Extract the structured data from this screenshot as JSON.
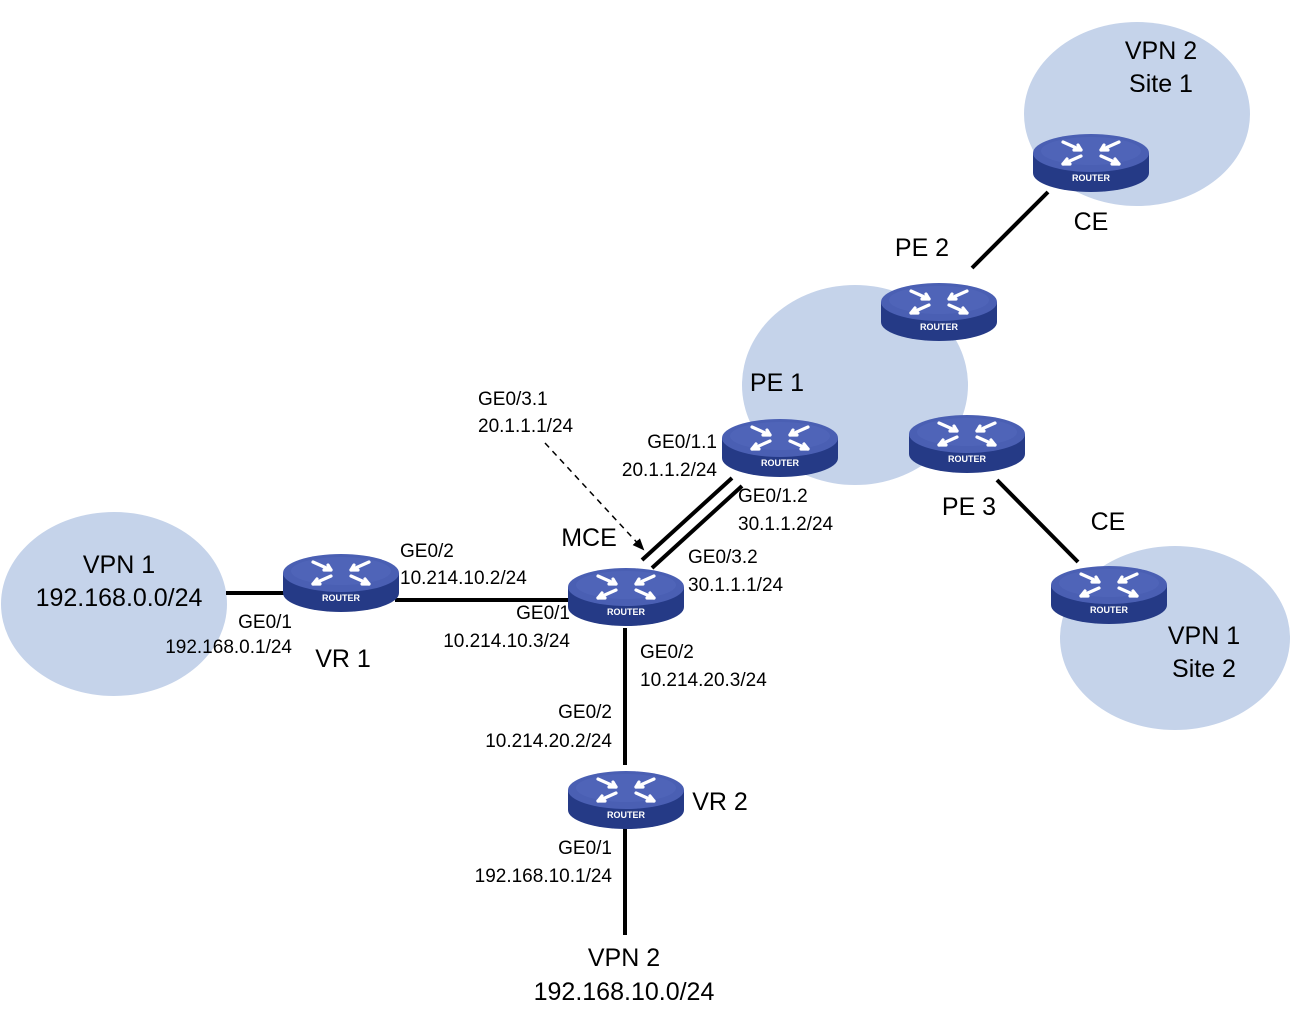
{
  "colors": {
    "cloud": "#c5d3ea",
    "router_top": "#4a5fb3",
    "router_side": "#253a86",
    "link": "#000000"
  },
  "icons": {
    "router": "router-icon",
    "cloud": "network-cloud"
  },
  "router_badge": "ROUTER",
  "clouds": {
    "vpn1_site1": {
      "name": "VPN 1",
      "subnet": "192.168.0.0/24"
    },
    "vpn2_site1": {
      "line1": "VPN 2",
      "line2": "Site 1"
    },
    "vpn1_site2": {
      "line1": "VPN 1",
      "line2": "Site 2"
    },
    "vpn2_bottom": {
      "name": "VPN 2",
      "subnet": "192.168.10.0/24"
    }
  },
  "devices": {
    "vr1": "VR 1",
    "vr2": "VR 2",
    "mce": "MCE",
    "pe1": "PE 1",
    "pe2": "PE 2",
    "pe3": "PE 3",
    "ce_top": "CE",
    "ce_bottom": "CE"
  },
  "interfaces": {
    "vr1_ge01": {
      "port": "GE0/1",
      "ip": "192.168.0.1/24"
    },
    "vr1_ge02": {
      "port": "GE0/2",
      "ip": "10.214.10.2/24"
    },
    "mce_ge01": {
      "port": "GE0/1",
      "ip": "10.214.10.3/24"
    },
    "mce_ge02": {
      "port": "GE0/2",
      "ip": "10.214.20.3/24"
    },
    "mce_ge031": {
      "port": "GE0/3.1",
      "ip": "20.1.1.1/24"
    },
    "mce_ge032": {
      "port": "GE0/3.2",
      "ip": "30.1.1.1/24"
    },
    "pe1_ge011": {
      "port": "GE0/1.1",
      "ip": "20.1.1.2/24"
    },
    "pe1_ge012": {
      "port": "GE0/1.2",
      "ip": "30.1.1.2/24"
    },
    "vr2_ge02": {
      "port": "GE0/2",
      "ip": "10.214.20.2/24"
    },
    "vr2_ge01": {
      "port": "GE0/1",
      "ip": "192.168.10.1/24"
    }
  }
}
